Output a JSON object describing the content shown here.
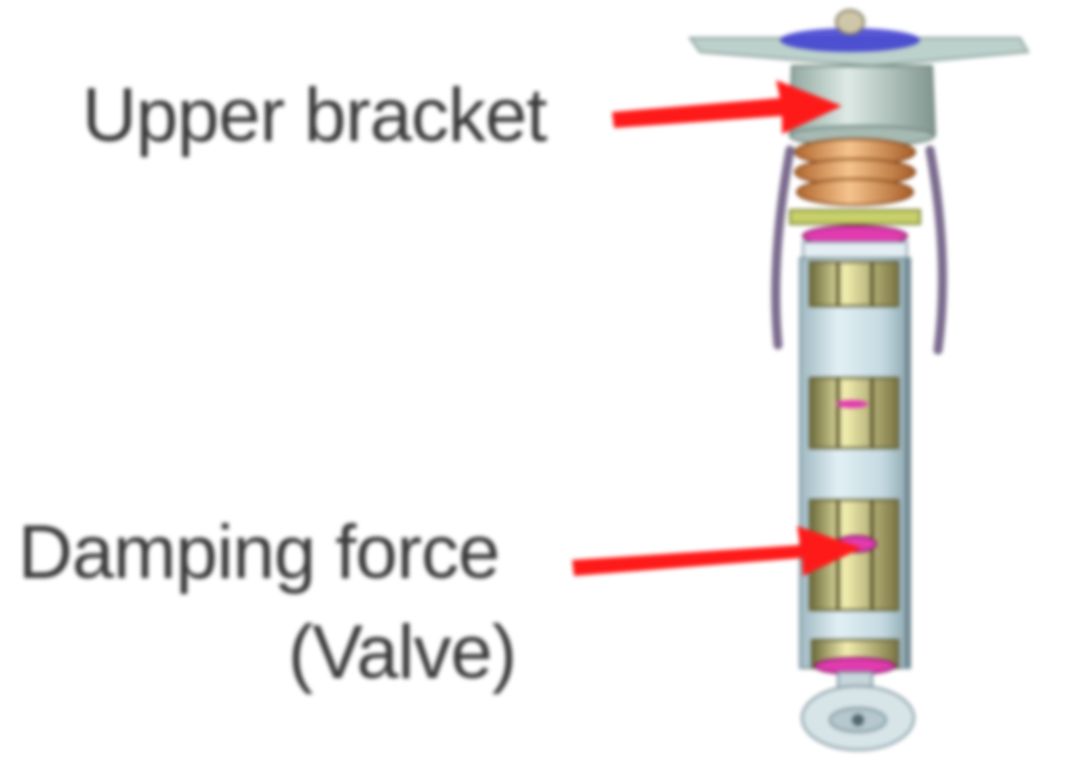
{
  "labels": {
    "upper_bracket": "Upper bracket",
    "damping_force_line1": "Damping force",
    "damping_force_line2": "(Valve)"
  },
  "colors": {
    "arrow": "#ff1a1a",
    "label_text": "#3a3a3a",
    "bracket_plate": "#b9cfc8",
    "spring": "#e09a55",
    "cylinder": "#c9dfe6",
    "inner_part": "#d8d08a",
    "seal": "#e23ab0",
    "link_rod": "#8a7a9a"
  },
  "icons": {
    "upper_arrow": "red-arrow-right-icon",
    "damping_arrow": "red-arrow-right-icon",
    "shock_absorber": "shock-absorber-illustration"
  }
}
